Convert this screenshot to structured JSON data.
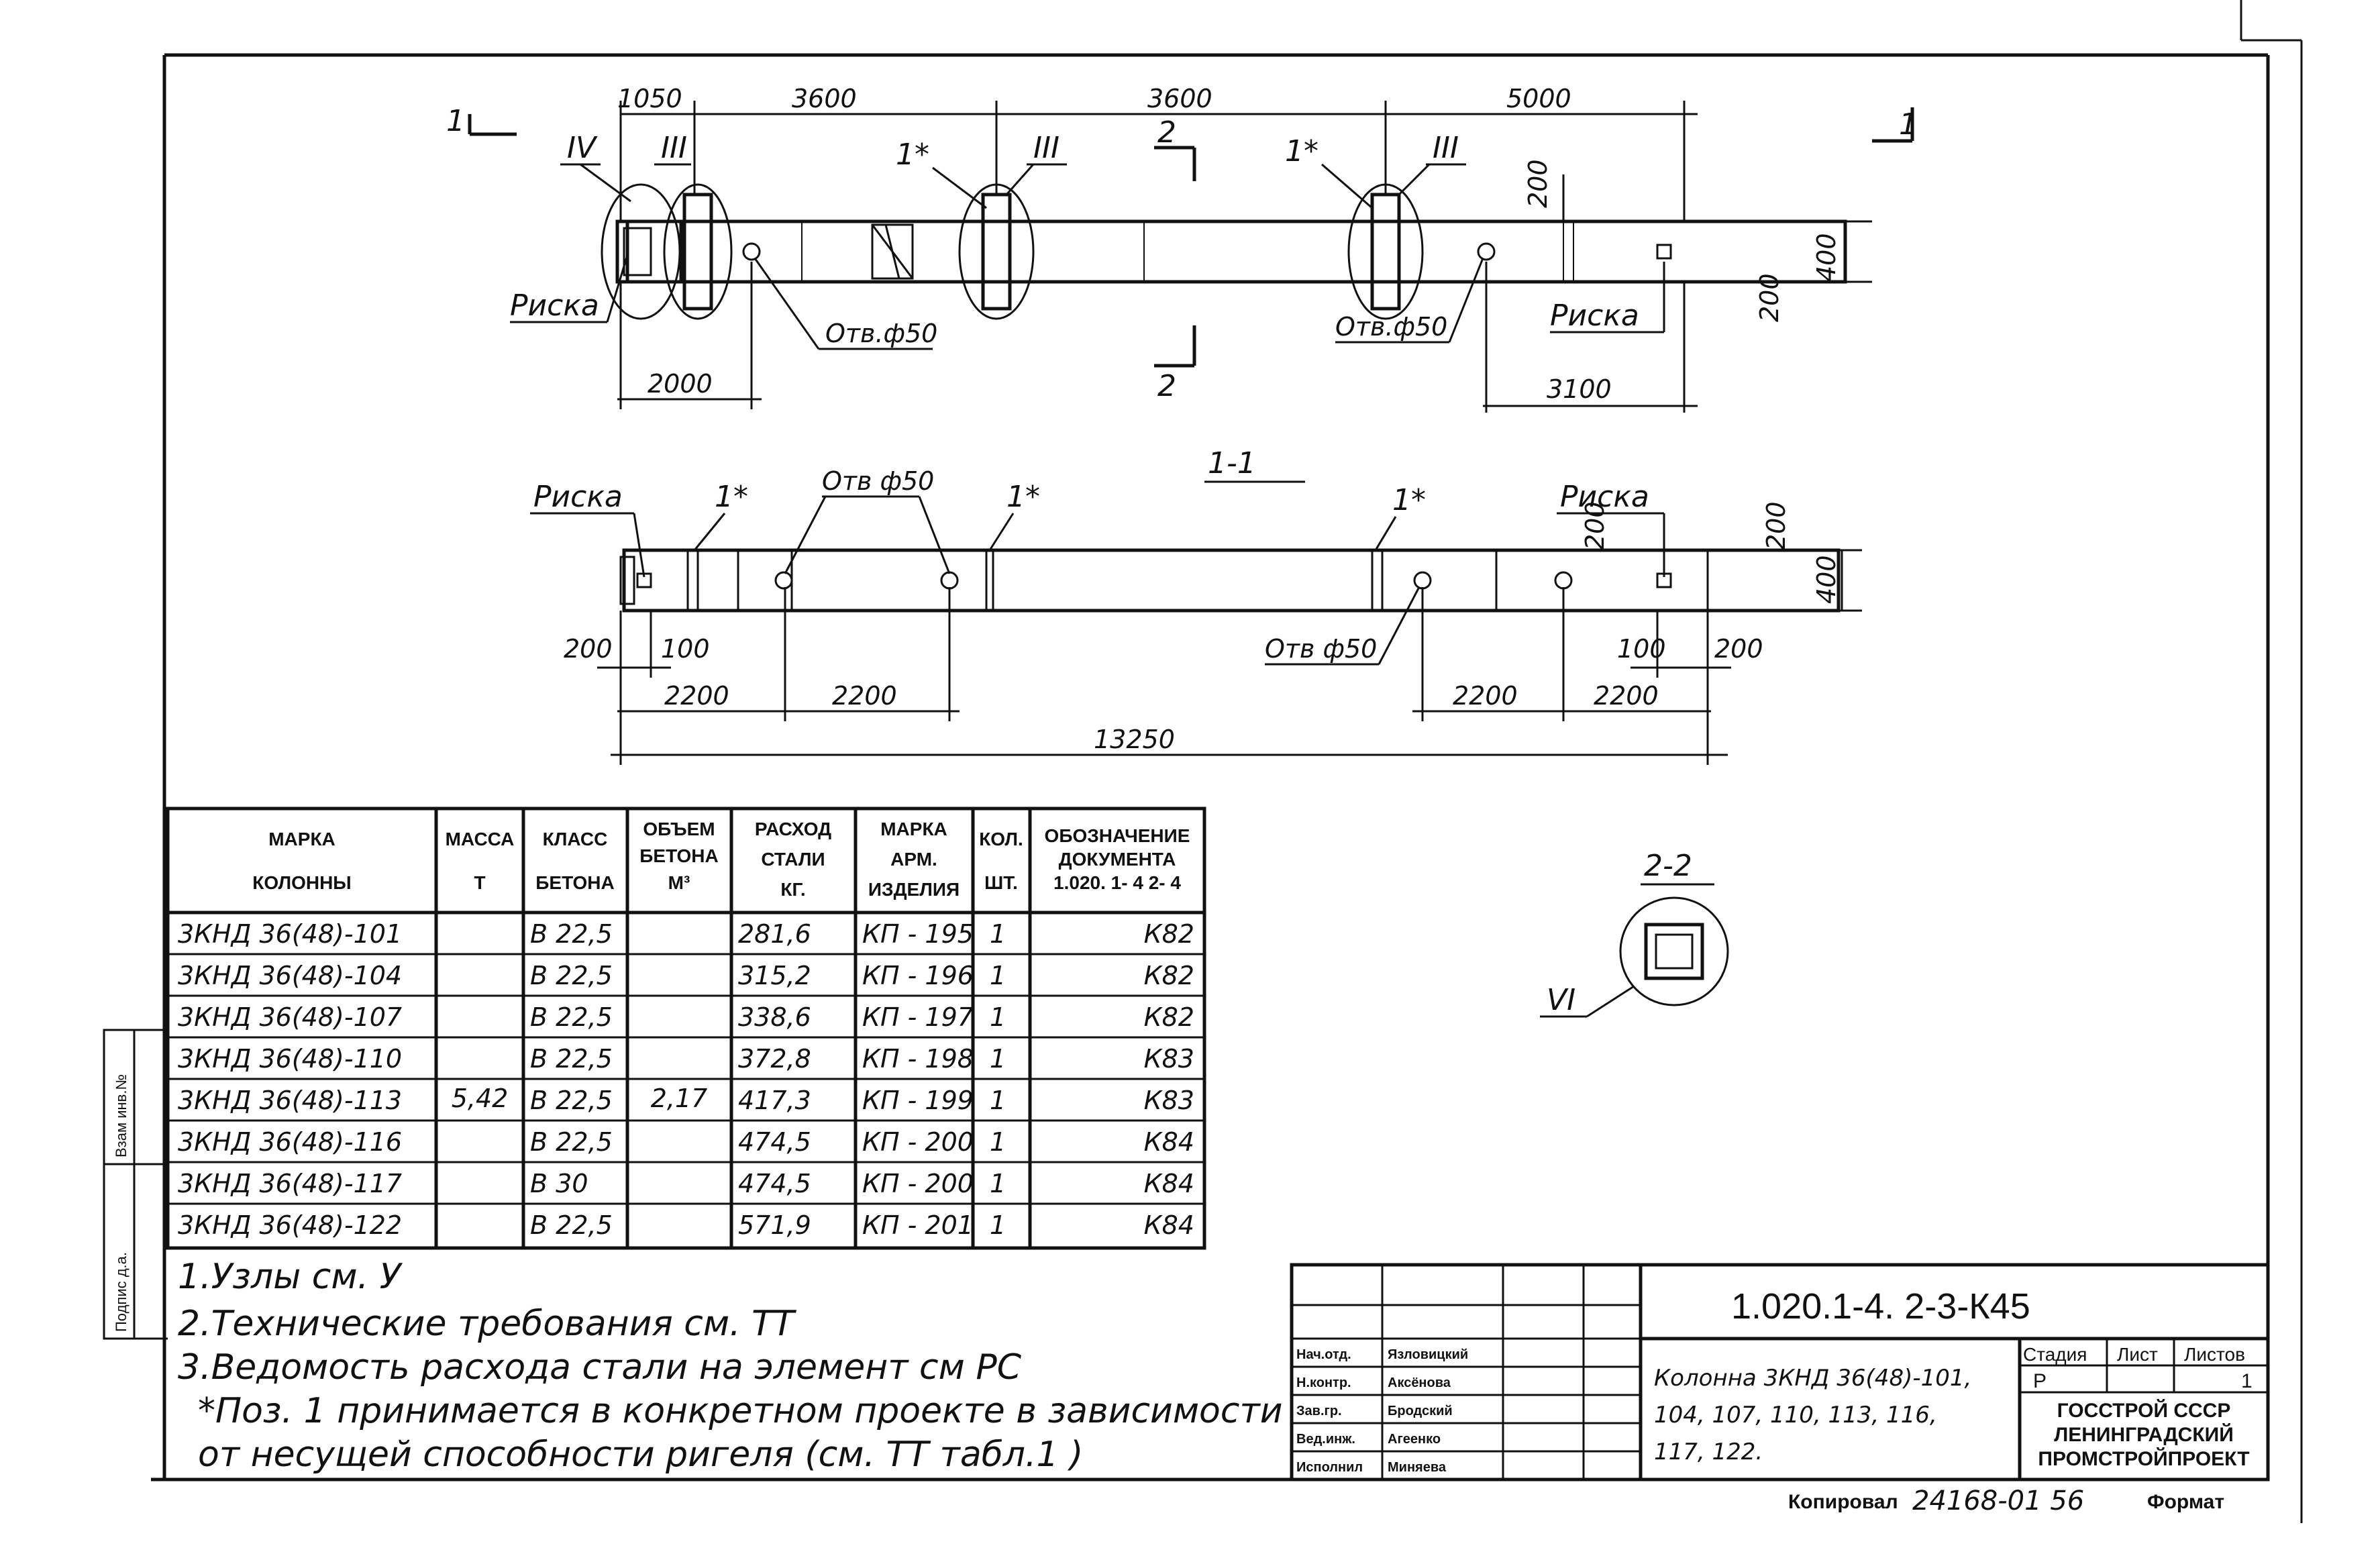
{
  "plan": {
    "dims_top": [
      "1050",
      "3600",
      "3600",
      "5000"
    ],
    "dims_bottom": [
      "2000",
      "3100"
    ],
    "dims_right": [
      "200",
      "200",
      "400"
    ],
    "section_marks": [
      "1",
      "1",
      "2",
      "2"
    ],
    "node_marks": [
      "IV",
      "III",
      "III",
      "III"
    ],
    "pos_marks": [
      "1*",
      "1*"
    ],
    "hole_labels": [
      "Отв.ф50",
      "Отв.ф50"
    ],
    "risk_labels": [
      "Риска",
      "Риска"
    ]
  },
  "section11": {
    "title": "1-1",
    "risk_labels": [
      "Риска",
      "Риска"
    ],
    "pos_marks": [
      "1*",
      "1*",
      "1*"
    ],
    "hole_labels": [
      "Отв ф50",
      "Отв ф50"
    ],
    "dims_right": [
      "200",
      "200",
      "400"
    ],
    "dims_small": [
      "200",
      "100",
      "100",
      "200"
    ],
    "dims_2200": [
      "2200",
      "2200",
      "2200",
      "2200"
    ],
    "dim_total": "13250"
  },
  "section22": {
    "title": "2-2",
    "node_mark": "VI"
  },
  "table": {
    "headers": [
      [
        "МАРКА",
        "КОЛОННЫ"
      ],
      [
        "МАССА",
        "Т"
      ],
      [
        "КЛАСС",
        "БЕТОНА"
      ],
      [
        "ОБЪЕМ",
        "БЕТОНА",
        "М³"
      ],
      [
        "РАСХОД",
        "СТАЛИ",
        "КГ."
      ],
      [
        "МАРКА",
        "АРМ.",
        "ИЗДЕЛИЯ"
      ],
      [
        "КОЛ.",
        "ШТ."
      ],
      [
        "ОБОЗНАЧЕНИЕ",
        "ДОКУМЕНТА",
        "1.020. 1- 4 2- 4"
      ]
    ],
    "mass": "5,42",
    "volume": "2,17",
    "rows": [
      {
        "mark": "3КНД 36(48)-101",
        "cls": "В 22,5",
        "steel": "281,6",
        "arm": "КП - 195",
        "qty": "1",
        "doc": "К82"
      },
      {
        "mark": "3КНД 36(48)-104",
        "cls": "В 22,5",
        "steel": "315,2",
        "arm": "КП - 196",
        "qty": "1",
        "doc": "К82"
      },
      {
        "mark": "3КНД 36(48)-107",
        "cls": "В 22,5",
        "steel": "338,6",
        "arm": "КП - 197",
        "qty": "1",
        "doc": "К82"
      },
      {
        "mark": "3КНД 36(48)-110",
        "cls": "В 22,5",
        "steel": "372,8",
        "arm": "КП - 198",
        "qty": "1",
        "doc": "К83"
      },
      {
        "mark": "3КНД 36(48)-113",
        "cls": "В 22,5",
        "steel": "417,3",
        "arm": "КП - 199",
        "qty": "1",
        "doc": "К83"
      },
      {
        "mark": "3КНД 36(48)-116",
        "cls": "В 22,5",
        "steel": "474,5",
        "arm": "КП - 200",
        "qty": "1",
        "doc": "К84"
      },
      {
        "mark": "3КНД 36(48)-117",
        "cls": "В 30",
        "steel": "474,5",
        "arm": "КП - 200",
        "qty": "1",
        "doc": "К84"
      },
      {
        "mark": "3КНД 36(48)-122",
        "cls": "В 22,5",
        "steel": "571,9",
        "arm": "КП - 201",
        "qty": "1",
        "doc": "К84"
      }
    ]
  },
  "notes": [
    "1.Узлы см. У",
    "2.Технические требования см. ТТ",
    "3.Ведомость расхода стали на элемент см РС",
    "*Поз. 1 принимается в конкретном проекте в зависимости",
    "от несущей способности ригеля (см. ТТ табл.1 )"
  ],
  "side_stamp": [
    "Взам инв.№",
    "Подпис д.а."
  ],
  "title_block": {
    "doc_code": "1.020.1-4. 2-3-К45",
    "title_lines": [
      "Колонна 3КНД 36(48)-101,",
      "104, 107, 110, 113, 116,",
      "117, 122."
    ],
    "roles": [
      {
        "role": "Нач.отд.",
        "name": "Язловицкий"
      },
      {
        "role": "Н.контр.",
        "name": "Аксёнова"
      },
      {
        "role": "Зав.гр.",
        "name": "Бродский"
      },
      {
        "role": "Вед.инж.",
        "name": "Агеенко"
      },
      {
        "role": "Исполнил",
        "name": "Миняева"
      }
    ],
    "stage_headers": [
      "Стадия",
      "Лист",
      "Листов"
    ],
    "stage_values": [
      "Р",
      "",
      "1"
    ],
    "org": [
      "ГОССТРОЙ СССР",
      "ЛЕНИНГРАДСКИЙ",
      "ПРОМСТРОЙПРОЕКТ"
    ],
    "footer_left": "Копировал",
    "footer_num": "24168-01 56",
    "footer_right": "Формат"
  }
}
